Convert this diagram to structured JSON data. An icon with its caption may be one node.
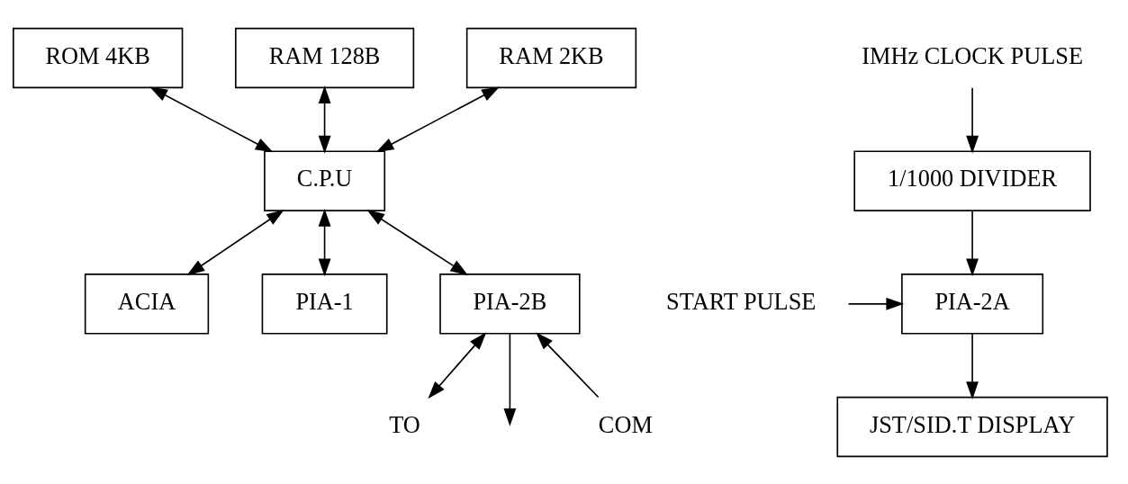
{
  "diagram": {
    "nodes": [
      {
        "text": [
          "C.P.U"
        ]
      },
      {
        "text": [
          "ROM 4KB"
        ]
      },
      {
        "text": [
          "RAM 128B"
        ]
      },
      {
        "text": [
          "RAM 2KB"
        ]
      },
      {
        "text": [
          "IMHz CLOCK PULSE"
        ]
      },
      {
        "text": [
          "1/1000 DIVIDER"
        ]
      },
      {
        "text": [
          "START PULSE"
        ]
      },
      {
        "text": [
          "ACIA"
        ]
      },
      {
        "text": [
          "PIA-1"
        ]
      },
      {
        "text": [
          "PIA-2B"
        ]
      },
      {
        "text": [
          "PIA-2A"
        ]
      },
      {
        "text": [
          "TO"
        ]
      },
      {
        "text": [
          "COM"
        ]
      },
      {
        "text": [
          "JST/SID.T DISPLAY"
        ]
      }
    ],
    "edges": [
      {
        "from": 1,
        "to": 0,
        "arrow": "both"
      },
      {
        "from": 2,
        "to": 0,
        "arrow": "both"
      },
      {
        "from": 3,
        "to": 0,
        "arrow": "both"
      },
      {
        "from": 0,
        "to": 7,
        "arrow": "both"
      },
      {
        "from": 0,
        "to": 8,
        "arrow": "both"
      },
      {
        "from": 0,
        "to": 9,
        "arrow": "both"
      },
      {
        "from": 4,
        "to": 5,
        "arrow": "to"
      },
      {
        "from": 5,
        "to": 10,
        "arrow": "to"
      },
      {
        "from": 6,
        "to": 10,
        "arrow": "to"
      },
      {
        "from": 9,
        "to": 11,
        "arrow": "both"
      },
      {
        "from": 12,
        "to": 9,
        "arrow": "to"
      },
      {
        "from": 9,
        "to": null,
        "arrow": "to"
      },
      {
        "from": 10,
        "to": 13,
        "arrow": "to"
      }
    ]
  }
}
